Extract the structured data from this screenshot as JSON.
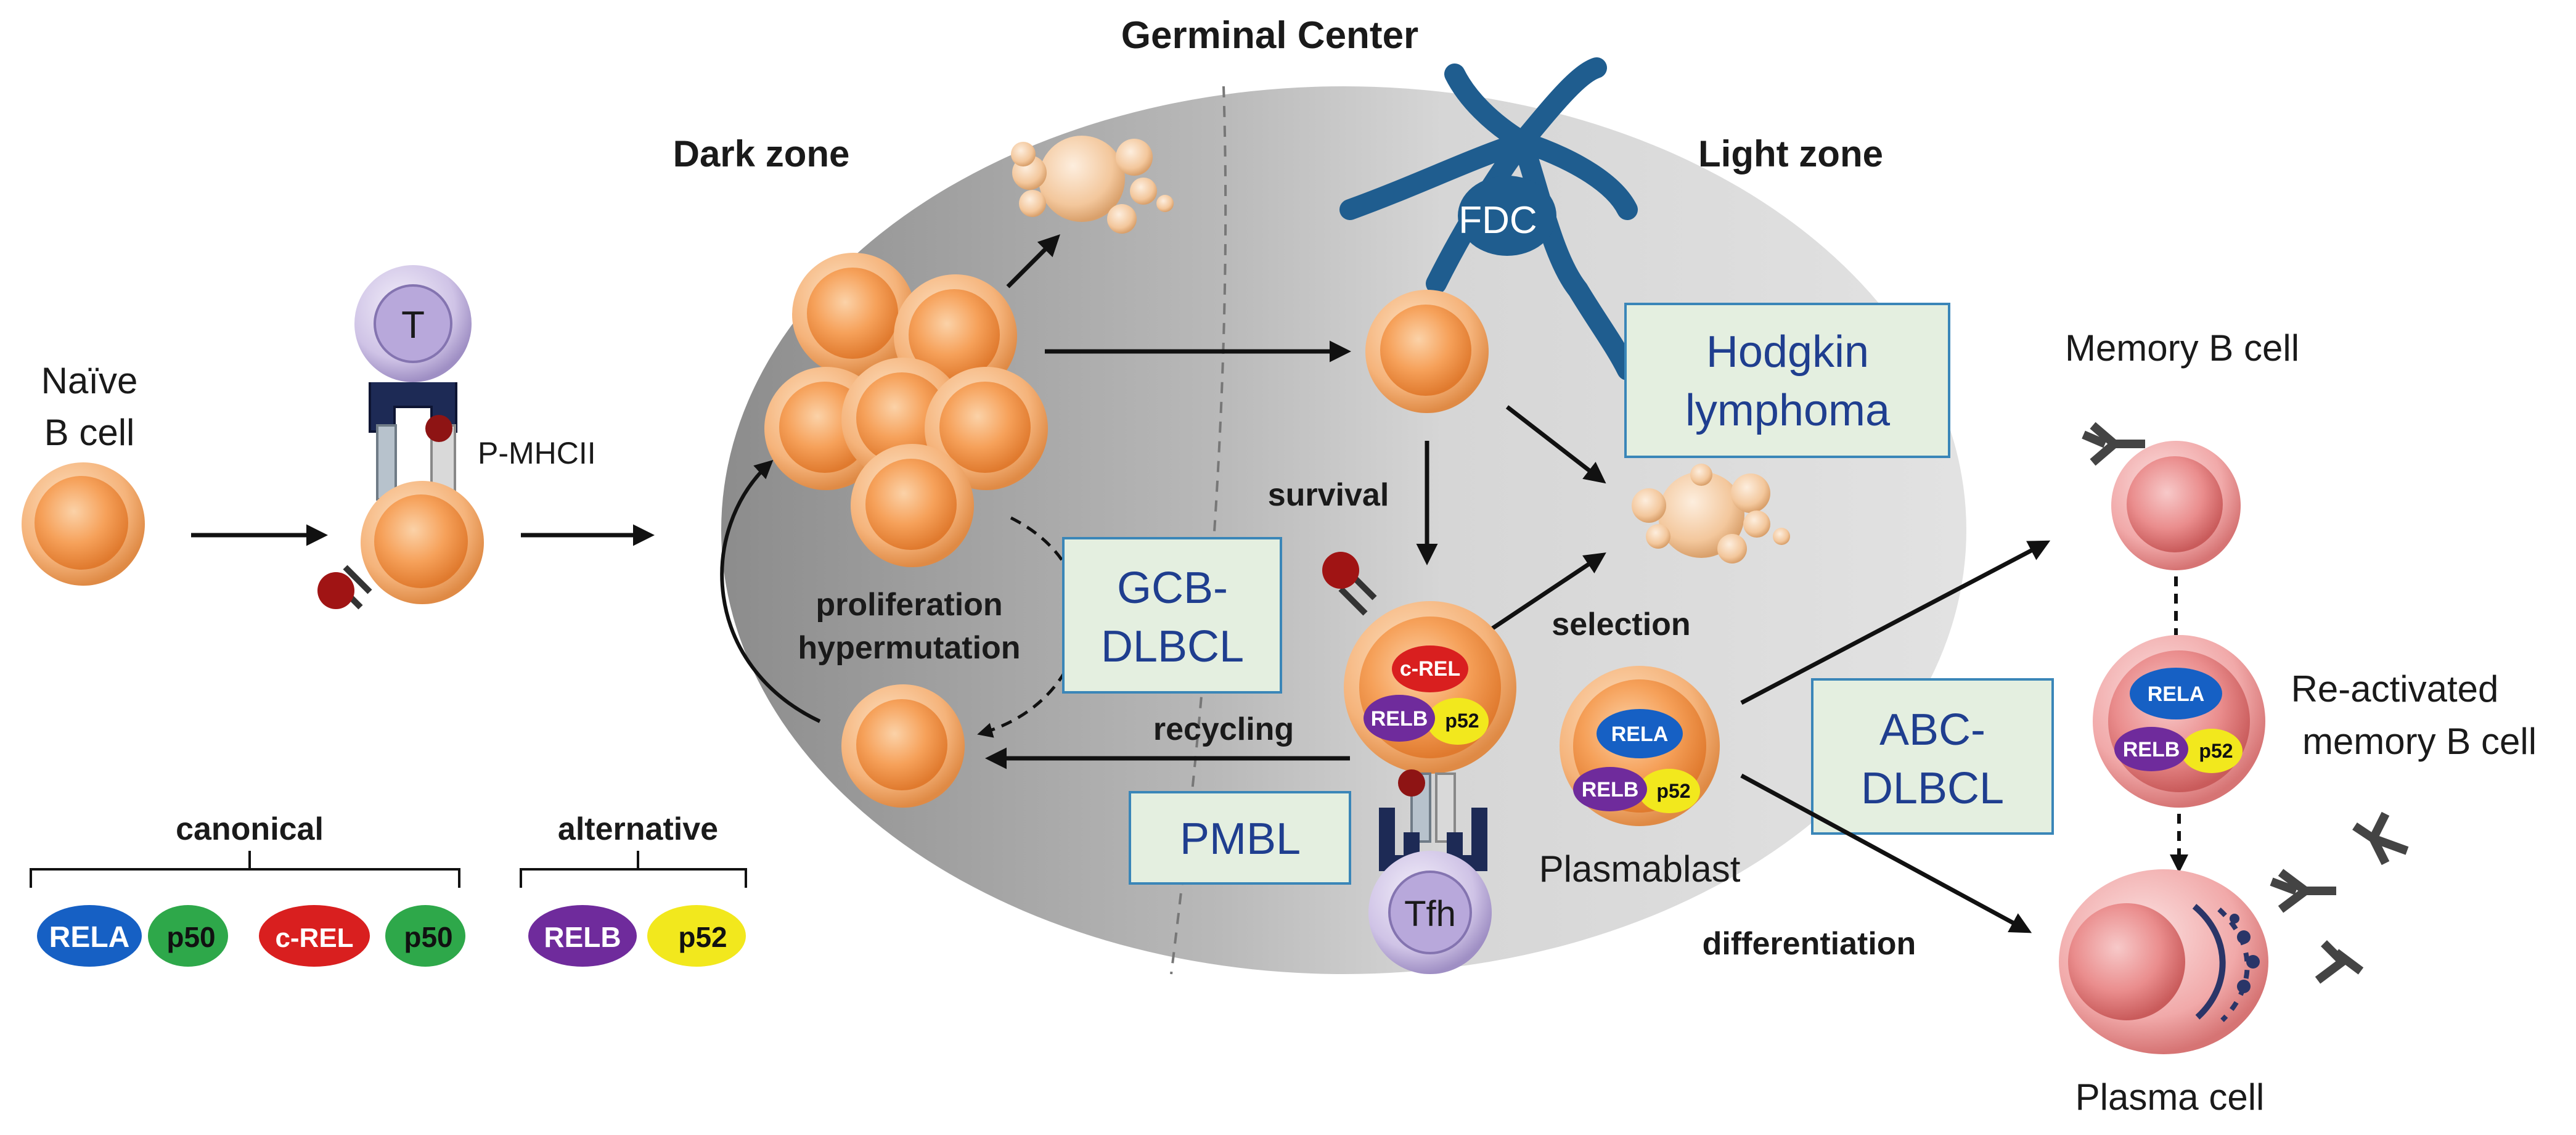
{
  "title": "Germinal Center",
  "zones": {
    "dark": "Dark zone",
    "light": "Light zone"
  },
  "cells": {
    "naive": [
      "Naïve",
      "B cell"
    ],
    "t_cell": "T",
    "mhc": "P-MHCII",
    "fdc": "FDC",
    "tfh": "Tfh",
    "memory": "Memory B cell",
    "reactivated": [
      "Re-activated",
      "memory B cell"
    ],
    "plasmablast": "Plasmablast",
    "plasma": "Plasma cell"
  },
  "processes": {
    "proliferation": "proliferation",
    "hypermutation": "hypermutation",
    "survival": "survival",
    "selection": "selection",
    "recycling": "recycling",
    "differentiation": "differentiation"
  },
  "lymphomas": {
    "hodgkin": [
      "Hodgkin",
      "lymphoma"
    ],
    "gcb": [
      "GCB-",
      "DLBCL"
    ],
    "pmbl": "PMBL",
    "abc": [
      "ABC-",
      "DLBCL"
    ]
  },
  "nfkb": {
    "canonical": "canonical",
    "alternative": "alternative",
    "rela": "RELA",
    "p50": "p50",
    "crel": "c-REL",
    "relb": "RELB",
    "p52": "p52"
  },
  "colors": {
    "rela": "#1660c4",
    "p50": "#2ea84a",
    "crel": "#d91f1f",
    "relb": "#6f2b9c",
    "p52": "#f2e81d",
    "b_cell": "#f6a15a",
    "memory_cell": "#e88585",
    "fdc": "#1f5d8f",
    "box_fill": "#e4efe0",
    "box_stroke": "#3a86b8",
    "box_text": "#1f3e8f"
  }
}
